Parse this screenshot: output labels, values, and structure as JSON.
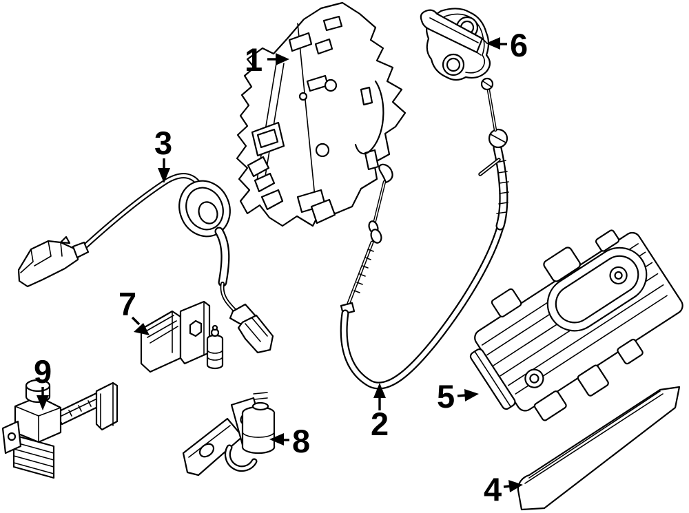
{
  "canvas": {
    "background": "#ffffff",
    "line_color": "#000000",
    "label_color": "#000000"
  },
  "callouts": {
    "c1": {
      "label": "1"
    },
    "c2": {
      "label": "2"
    },
    "c3": {
      "label": "3"
    },
    "c4": {
      "label": "4"
    },
    "c5": {
      "label": "5"
    },
    "c6": {
      "label": "6"
    },
    "c7": {
      "label": "7"
    },
    "c8": {
      "label": "8"
    },
    "c9": {
      "label": "9"
    }
  }
}
